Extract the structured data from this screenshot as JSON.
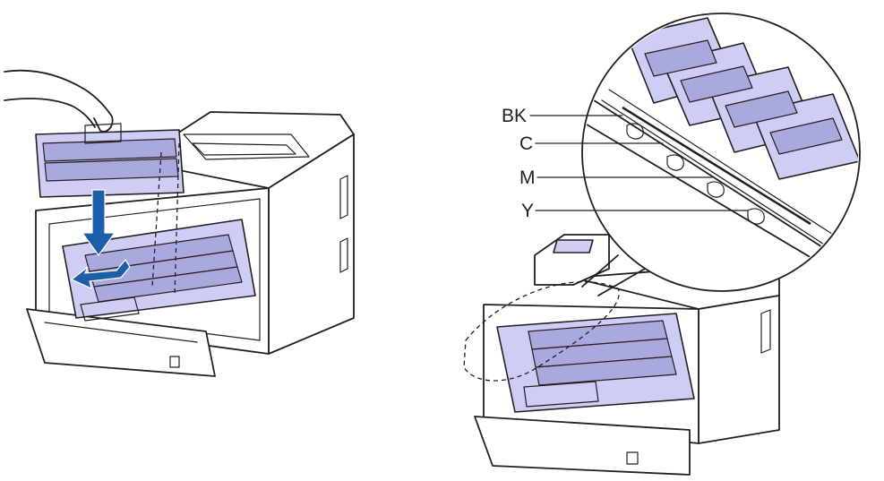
{
  "callout": {
    "labels": [
      {
        "id": "bk",
        "text": "BK"
      },
      {
        "id": "c",
        "text": "C"
      },
      {
        "id": "m",
        "text": "M"
      },
      {
        "id": "y",
        "text": "Y"
      }
    ]
  },
  "colors": {
    "drum_unit": "#cdcdf5",
    "arrow": "#1c5ea8",
    "line": "#231f20",
    "background": "#ffffff"
  },
  "icons": {
    "hand": "hand-icon",
    "insert_arrow": "push-down-arrow-icon"
  }
}
